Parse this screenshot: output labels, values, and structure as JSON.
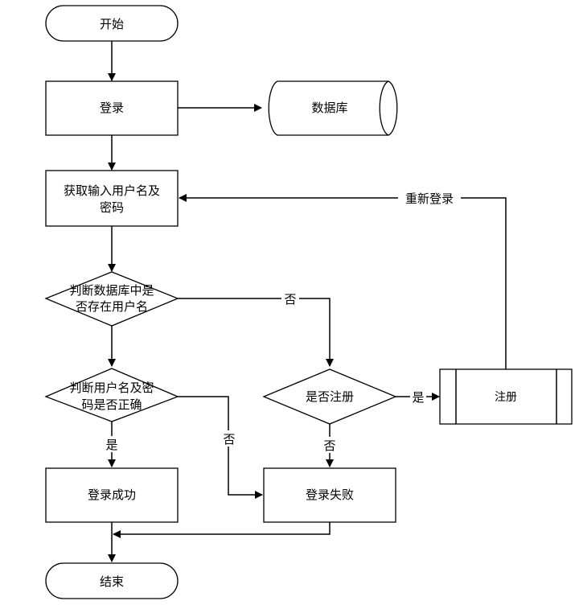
{
  "nodes": {
    "start": "开始",
    "login": "登录",
    "database": "数据库",
    "get_input_line1": "获取输入用户名及",
    "get_input_line2": "密码",
    "check_user_line1": "判断数据库中是",
    "check_user_line2": "否存在用户名",
    "check_pwd_line1": "判断用户名及密",
    "check_pwd_line2": "码是否正确",
    "register_q": "是否注册",
    "register": "注册",
    "login_success": "登录成功",
    "login_fail": "登录失败",
    "end": "结束"
  },
  "edges": {
    "relogin": "重新登录",
    "no_user": "否",
    "no_pwd": "否",
    "yes_pwd": "是",
    "yes_register": "是",
    "no_register": "否"
  },
  "colors": {
    "stroke": "#000000",
    "fill": "#ffffff"
  }
}
